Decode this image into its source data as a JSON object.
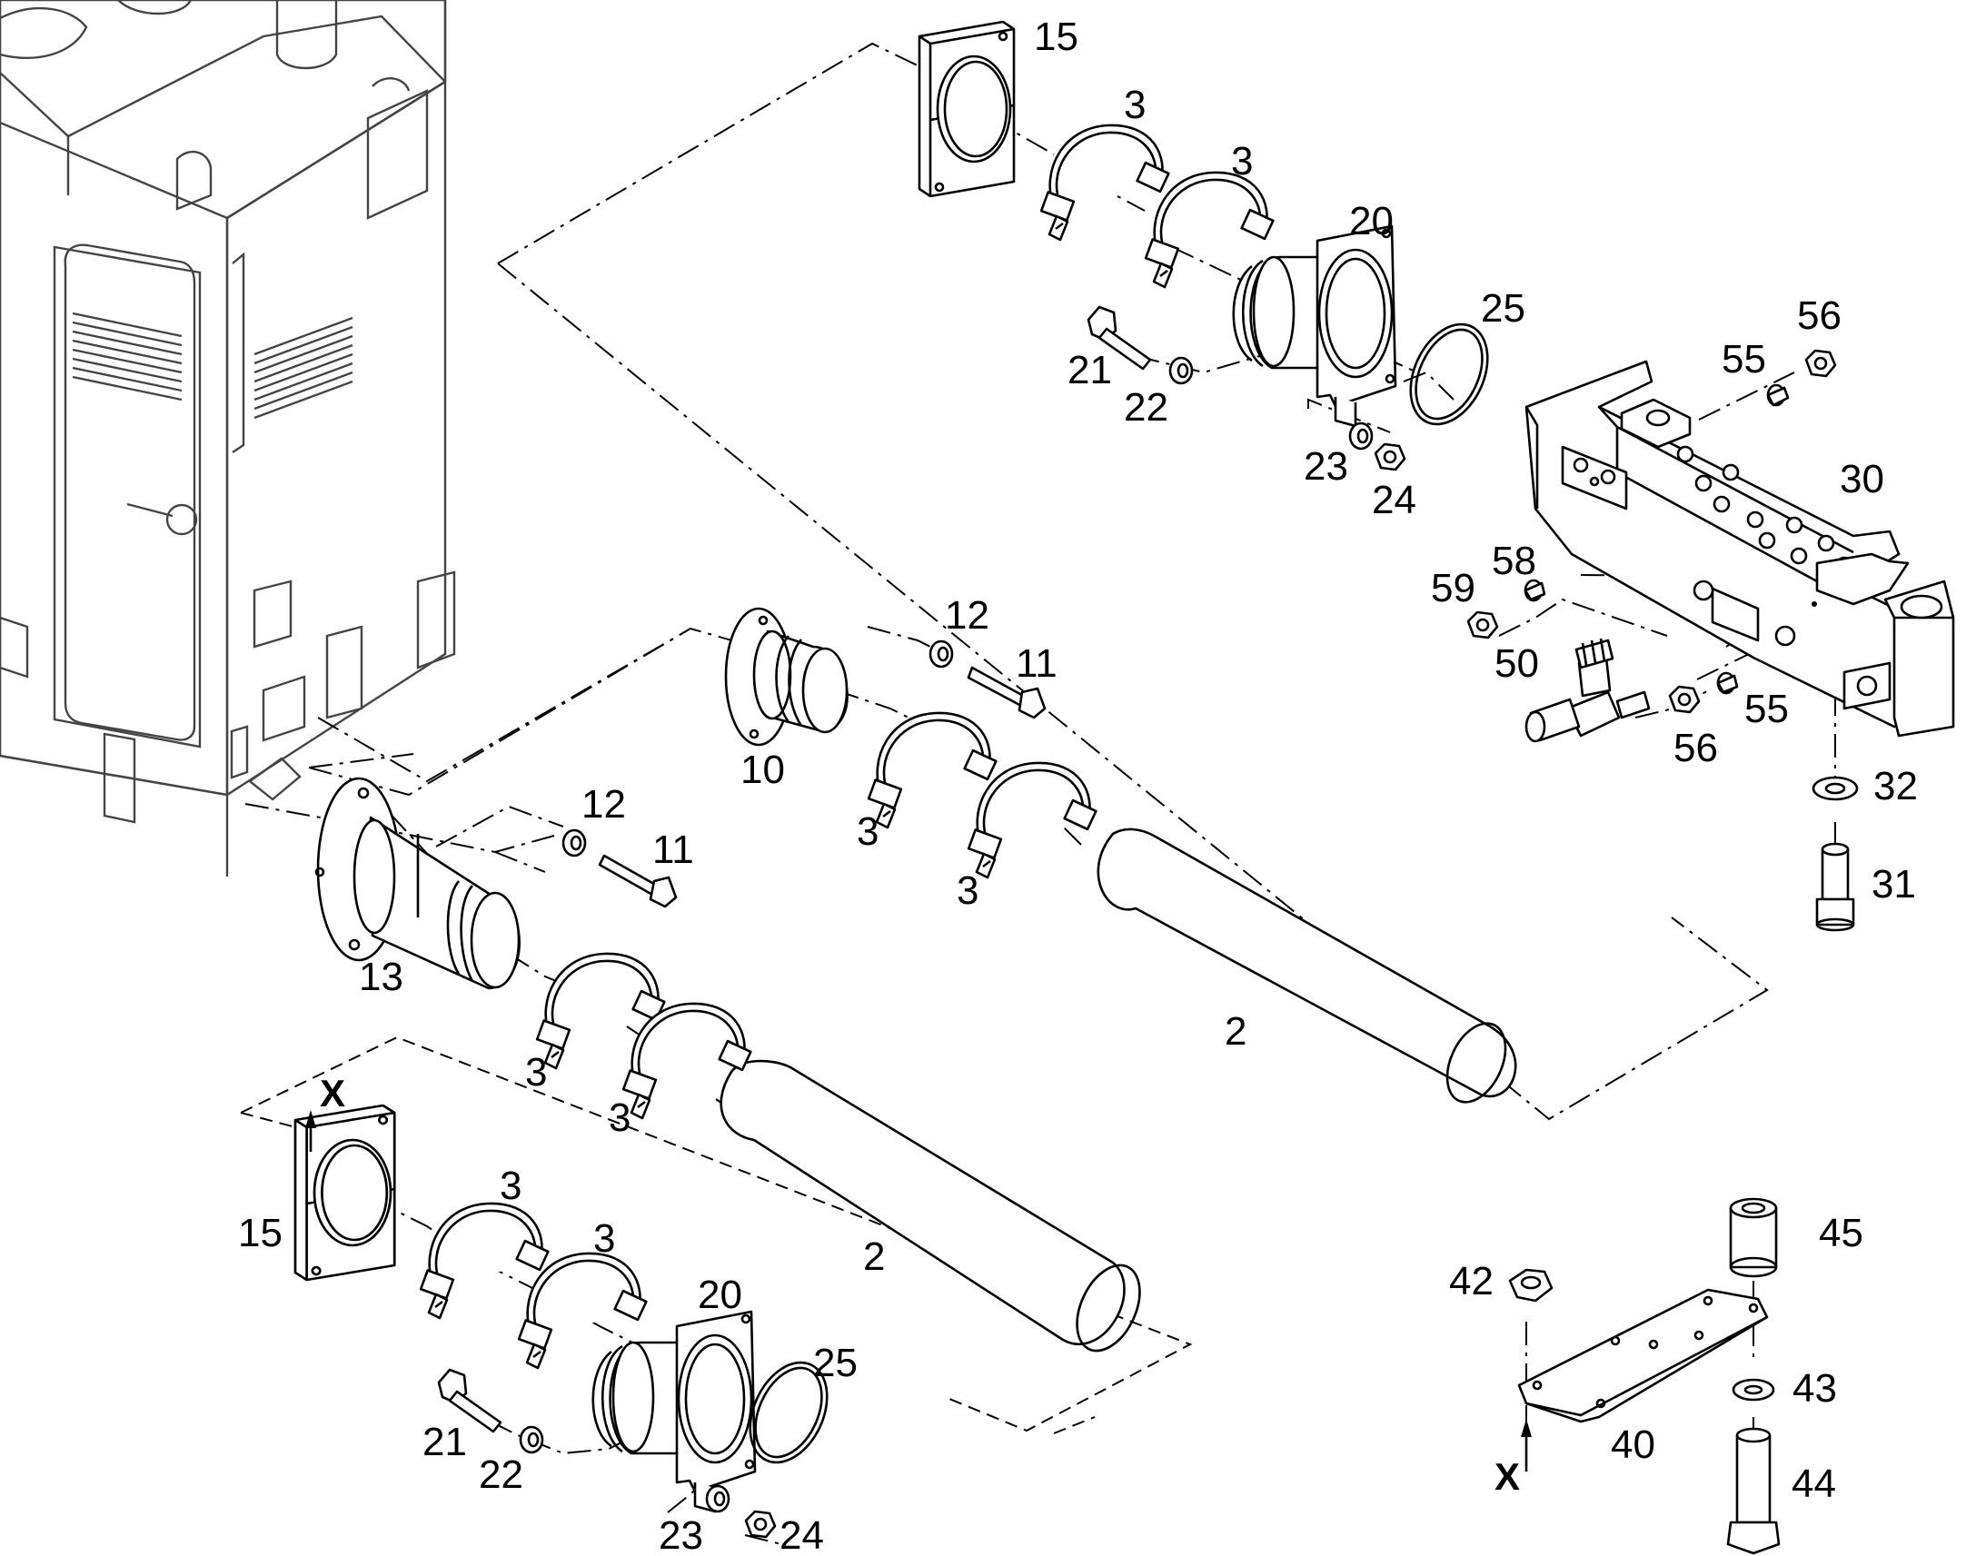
{
  "callouts": [
    {
      "text": "15"
    },
    {
      "text": "3"
    },
    {
      "text": "3"
    },
    {
      "text": "20"
    },
    {
      "text": "25"
    },
    {
      "text": "56"
    },
    {
      "text": "55"
    },
    {
      "text": "21"
    },
    {
      "text": "22"
    },
    {
      "text": "23"
    },
    {
      "text": "24"
    },
    {
      "text": "30"
    },
    {
      "text": "58"
    },
    {
      "text": "59"
    },
    {
      "text": "12"
    },
    {
      "text": "11"
    },
    {
      "text": "50"
    },
    {
      "text": "55"
    },
    {
      "text": "56"
    },
    {
      "text": "10"
    },
    {
      "text": "32"
    },
    {
      "text": "3"
    },
    {
      "text": "12"
    },
    {
      "text": "11"
    },
    {
      "text": "3"
    },
    {
      "text": "31"
    },
    {
      "text": "13"
    },
    {
      "text": "2"
    },
    {
      "text": "3"
    },
    {
      "text": "3"
    },
    {
      "text": "3"
    },
    {
      "text": "3"
    },
    {
      "text": "15"
    },
    {
      "text": "2"
    },
    {
      "text": "20"
    },
    {
      "text": "45"
    },
    {
      "text": "42"
    },
    {
      "text": "25"
    },
    {
      "text": "43"
    },
    {
      "text": "21"
    },
    {
      "text": "22"
    },
    {
      "text": "40"
    },
    {
      "text": "44"
    },
    {
      "text": "23"
    },
    {
      "text": "24"
    }
  ],
  "view_markers": [
    {
      "text": "X"
    },
    {
      "text": "X"
    }
  ]
}
